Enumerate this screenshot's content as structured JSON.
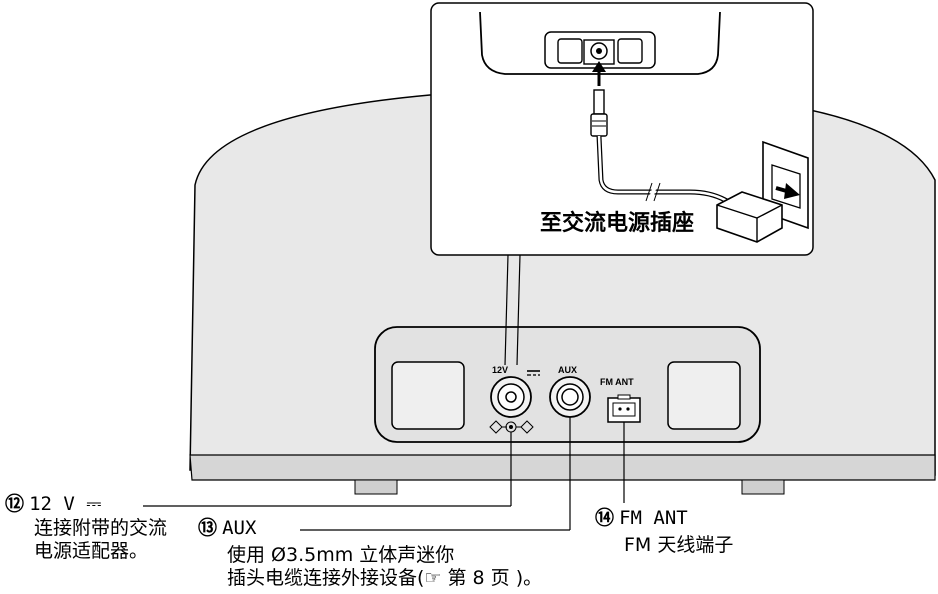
{
  "inset": {
    "caption": "至交流电源插座"
  },
  "panel": {
    "jack_12v_label": "12V",
    "jack_aux_label": "AUX",
    "jack_fm_label": "FM ANT"
  },
  "callouts": [
    {
      "number": "⑫",
      "title": "12 V ⎓",
      "lines": [
        "连接附带的交流",
        "电源适配器。"
      ]
    },
    {
      "number": "⑬",
      "title": "AUX",
      "lines": [
        "使用 Ø3.5mm 立体声迷你",
        "插头电缆连接外接设备(☞ 第 8 页 )。"
      ]
    },
    {
      "number": "⑭",
      "title": "FM ANT",
      "lines": [
        "FM 天线端子"
      ]
    }
  ],
  "colors": {
    "body_fill": "#e6e6e6",
    "body_shade": "#d2d2d2",
    "line": "#000000"
  }
}
